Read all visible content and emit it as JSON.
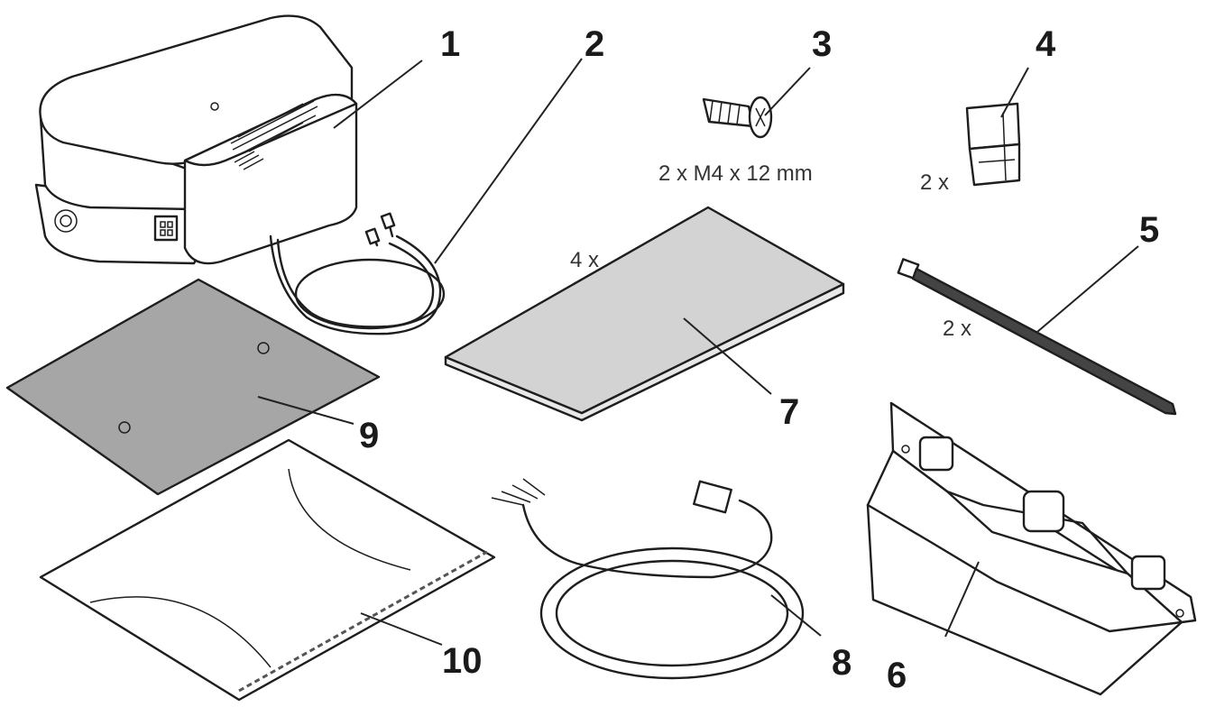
{
  "labels": {
    "l1": "1",
    "l2": "2",
    "l3": "3",
    "l4": "4",
    "l5": "5",
    "l6": "6",
    "l7": "7",
    "l8": "8",
    "l9": "9",
    "l10": "10"
  },
  "quantities": {
    "screw": "2 x M4 x 12 mm",
    "clip": "2 x",
    "pad": "4 x",
    "tie": "2 x"
  },
  "colors": {
    "pad_fill": "#d3d3d3",
    "sheet_fill": "#a6a6a6",
    "line": "#1e1e1e"
  }
}
